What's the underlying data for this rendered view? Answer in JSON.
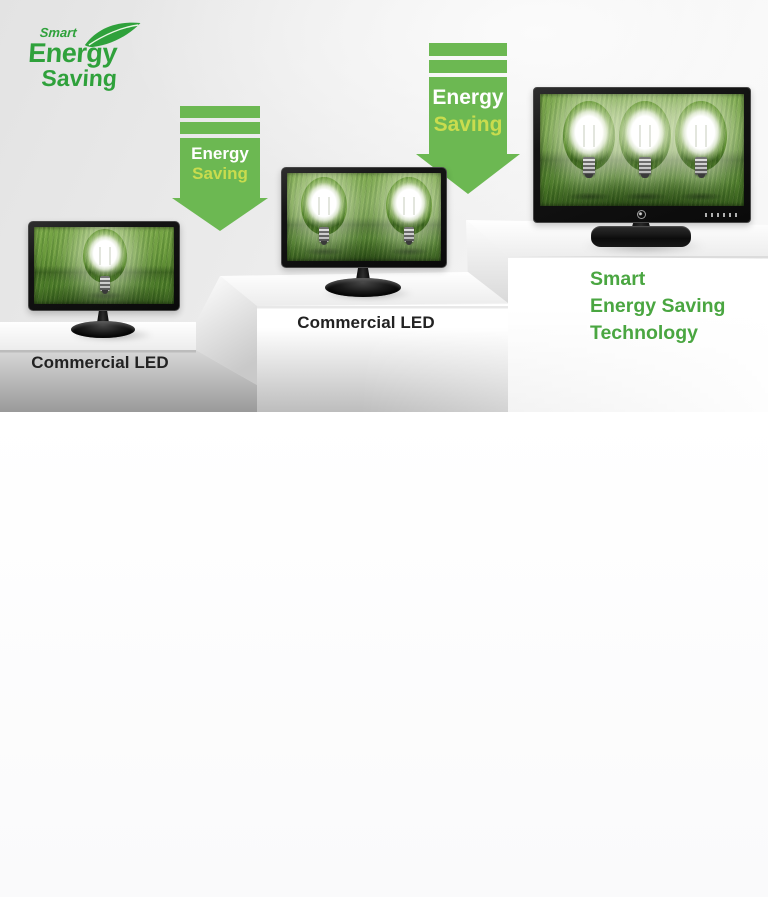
{
  "hero": {
    "logo": {
      "smart": "Smart",
      "energy": "Energy",
      "saving": "Saving"
    },
    "arrow_small": {
      "word1": "Energy",
      "word2": "Saving"
    },
    "arrow_large": {
      "word1": "Energy",
      "word2": "Saving"
    },
    "monitors": [
      {
        "label": "Commercial LED",
        "bulb_count": 1
      },
      {
        "label": "Commercial LED",
        "bulb_count": 2
      },
      {
        "label": null,
        "bulb_count": 3
      }
    ],
    "tagline": {
      "line1": "Smart",
      "line2": "Energy Saving",
      "line3": "Technology"
    },
    "icons": [
      "leaf-icon",
      "energy-saving-down-arrow",
      "light-bulb-icon",
      "lg-logo-icon"
    ],
    "colors": {
      "logo_green": "#2fa13b",
      "arrow_green": "#6cb852",
      "arrow_energy_text": "#ffffff",
      "arrow_saving_text": "#c9dc4e",
      "tagline_green": "#4aa641",
      "label_color": "#222222",
      "grass_light": "#79a848",
      "grass_dark": "#467425"
    }
  }
}
